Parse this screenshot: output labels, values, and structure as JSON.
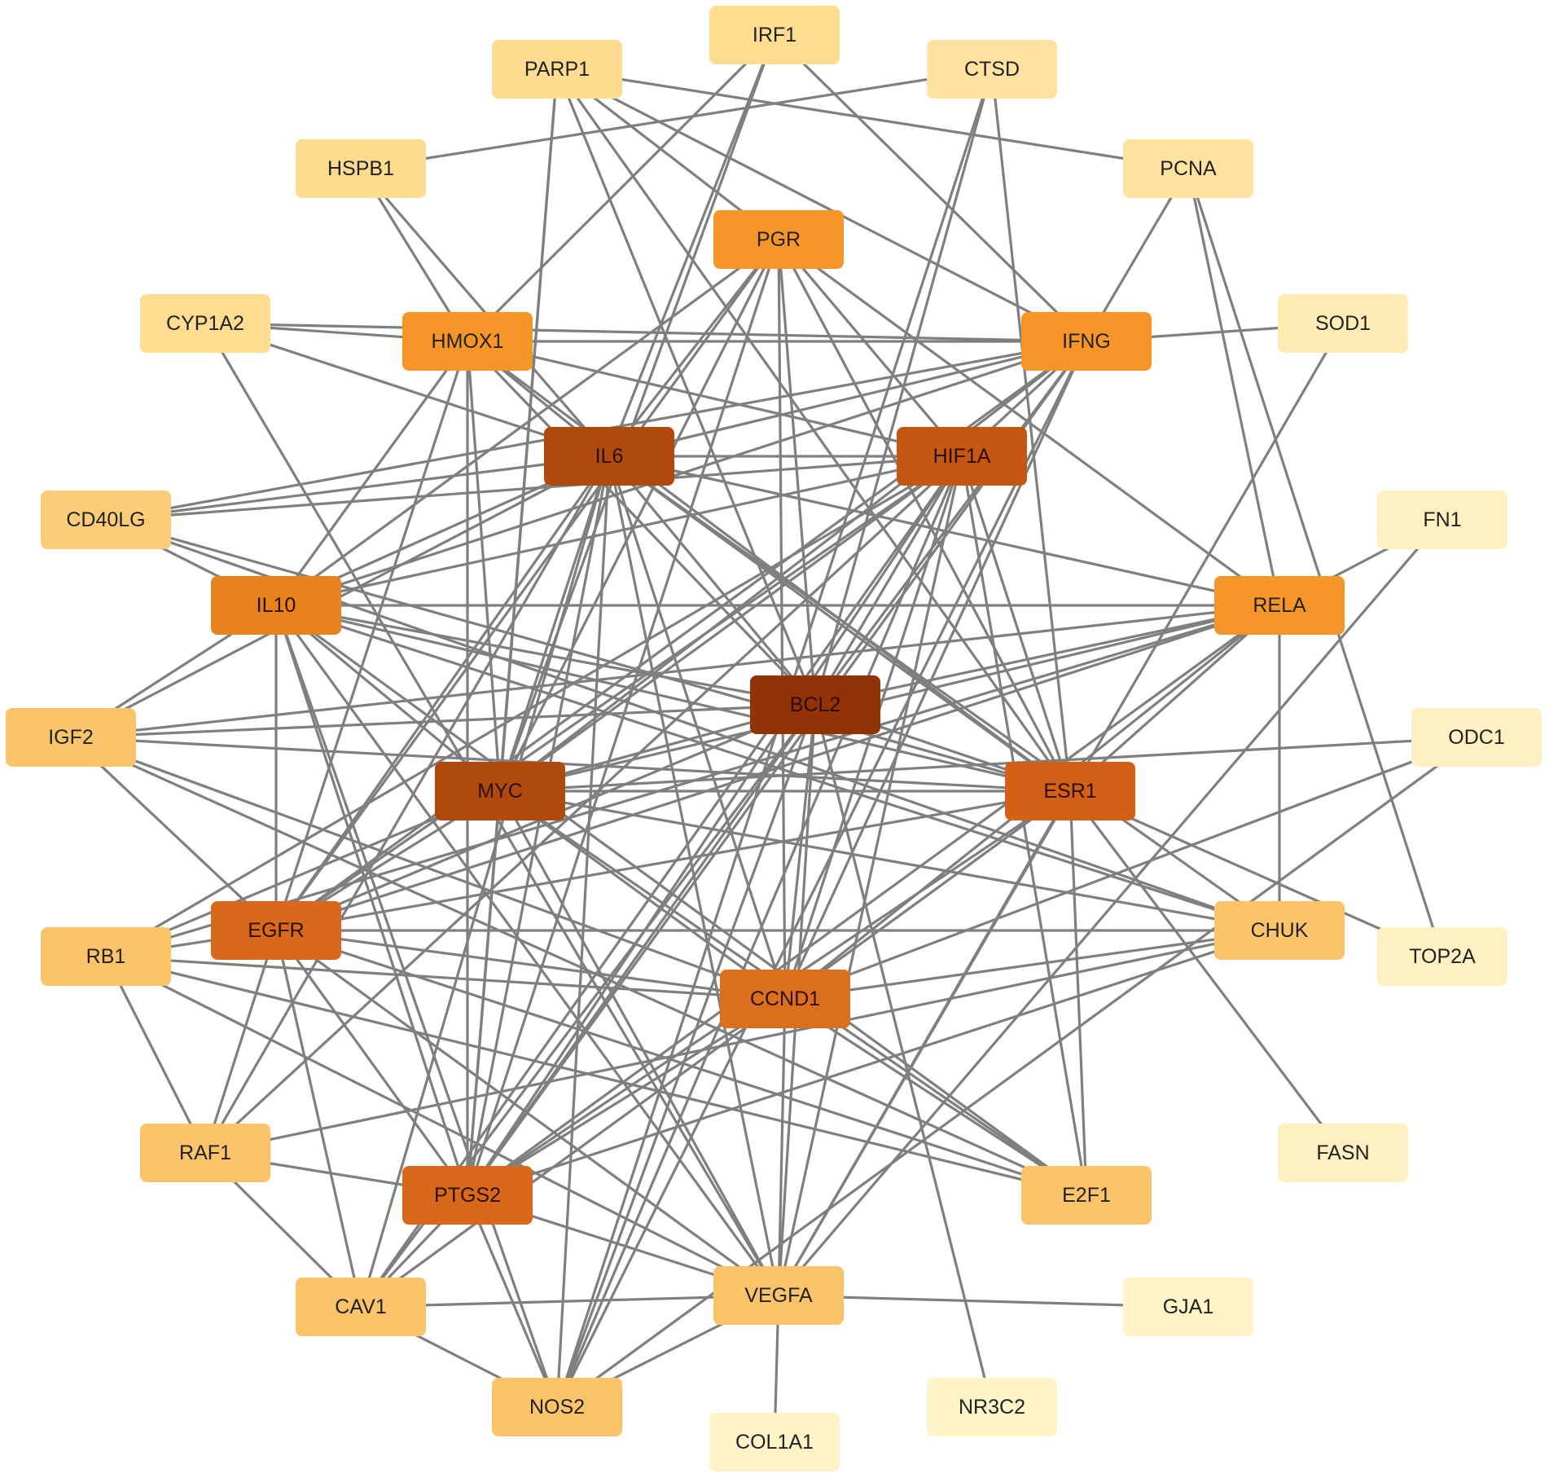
{
  "nodes": [
    {
      "id": "IRF1",
      "fill": "#fedc90"
    },
    {
      "id": "PARP1",
      "fill": "#fddb8f"
    },
    {
      "id": "CTSD",
      "fill": "#fee3a0"
    },
    {
      "id": "HSPB1",
      "fill": "#fddb8f"
    },
    {
      "id": "PCNA",
      "fill": "#fee3a0"
    },
    {
      "id": "PGR",
      "fill": "#f79628"
    },
    {
      "id": "CYP1A2",
      "fill": "#fedc90"
    },
    {
      "id": "HMOX1",
      "fill": "#f79628"
    },
    {
      "id": "IFNG",
      "fill": "#f79628"
    },
    {
      "id": "SOD1",
      "fill": "#feecb4"
    },
    {
      "id": "IL6",
      "fill": "#b04a0c"
    },
    {
      "id": "HIF1A",
      "fill": "#c45712"
    },
    {
      "id": "CD40LG",
      "fill": "#fbcd79"
    },
    {
      "id": "FN1",
      "fill": "#fef0c0"
    },
    {
      "id": "IL10",
      "fill": "#e8821d"
    },
    {
      "id": "RELA",
      "fill": "#f79628"
    },
    {
      "id": "BCL2",
      "fill": "#923207"
    },
    {
      "id": "IGF2",
      "fill": "#fbc36a"
    },
    {
      "id": "ODC1",
      "fill": "#fef0c0"
    },
    {
      "id": "MYC",
      "fill": "#b04a0c"
    },
    {
      "id": "ESR1",
      "fill": "#d26117"
    },
    {
      "id": "EGFR",
      "fill": "#d9691a"
    },
    {
      "id": "CHUK",
      "fill": "#fbc36a"
    },
    {
      "id": "RB1",
      "fill": "#fbc36a"
    },
    {
      "id": "TOP2A",
      "fill": "#fef0c0"
    },
    {
      "id": "CCND1",
      "fill": "#dc6f1d"
    },
    {
      "id": "RAF1",
      "fill": "#fbc36a"
    },
    {
      "id": "FASN",
      "fill": "#fef0c0"
    },
    {
      "id": "PTGS2",
      "fill": "#d9691a"
    },
    {
      "id": "E2F1",
      "fill": "#fbc36a"
    },
    {
      "id": "CAV1",
      "fill": "#fbc36a"
    },
    {
      "id": "VEGFA",
      "fill": "#fbc36a"
    },
    {
      "id": "GJA1",
      "fill": "#fef4c8"
    },
    {
      "id": "NOS2",
      "fill": "#fbc36a"
    },
    {
      "id": "NR3C2",
      "fill": "#fef4c8"
    },
    {
      "id": "COL1A1",
      "fill": "#fef4c8"
    }
  ],
  "edges": [
    [
      "HMOX1",
      "IFNG"
    ],
    [
      "HMOX1",
      "HSPB1"
    ],
    [
      "HMOX1",
      "CYP1A2"
    ],
    [
      "HMOX1",
      "IRF1"
    ],
    [
      "HMOX1",
      "IL6"
    ],
    [
      "HMOX1",
      "BCL2"
    ],
    [
      "HMOX1",
      "MYC"
    ],
    [
      "HMOX1",
      "IL10"
    ],
    [
      "HMOX1",
      "EGFR"
    ],
    [
      "HMOX1",
      "PTGS2"
    ],
    [
      "HMOX1",
      "ESR1"
    ],
    [
      "IL6",
      "PGR"
    ],
    [
      "IL6",
      "HIF1A"
    ],
    [
      "IL6",
      "MYC"
    ],
    [
      "IL6",
      "BCL2"
    ],
    [
      "IL6",
      "EGFR"
    ],
    [
      "IL6",
      "PTGS2"
    ],
    [
      "IL6",
      "IL10"
    ],
    [
      "IL6",
      "CCND1"
    ],
    [
      "IL6",
      "VEGFA"
    ],
    [
      "IL6",
      "NOS2"
    ],
    [
      "IL6",
      "IFNG"
    ],
    [
      "IL6",
      "CD40LG"
    ],
    [
      "IL6",
      "IGF2"
    ],
    [
      "IL6",
      "ESR1"
    ],
    [
      "IL6",
      "CHUK"
    ],
    [
      "IL6",
      "RAF1"
    ],
    [
      "IL6",
      "CAV1"
    ],
    [
      "IL6",
      "RELA"
    ],
    [
      "IL6",
      "HSPB1"
    ],
    [
      "IL6",
      "IRF1"
    ],
    [
      "IL6",
      "CYP1A2"
    ],
    [
      "HIF1A",
      "PGR"
    ],
    [
      "HIF1A",
      "MYC"
    ],
    [
      "HIF1A",
      "BCL2"
    ],
    [
      "HIF1A",
      "EGFR"
    ],
    [
      "HIF1A",
      "PTGS2"
    ],
    [
      "HIF1A",
      "CCND1"
    ],
    [
      "HIF1A",
      "VEGFA"
    ],
    [
      "HIF1A",
      "NOS2"
    ],
    [
      "HIF1A",
      "ESR1"
    ],
    [
      "HIF1A",
      "IL10"
    ],
    [
      "HIF1A",
      "CD40LG"
    ],
    [
      "HIF1A",
      "E2F1"
    ],
    [
      "HIF1A",
      "RB1"
    ],
    [
      "HIF1A",
      "CAV1"
    ],
    [
      "HIF1A",
      "HMOX1"
    ],
    [
      "BCL2",
      "MYC"
    ],
    [
      "BCL2",
      "ESR1"
    ],
    [
      "BCL2",
      "CCND1"
    ],
    [
      "BCL2",
      "EGFR"
    ],
    [
      "BCL2",
      "PTGS2"
    ],
    [
      "BCL2",
      "IL10"
    ],
    [
      "BCL2",
      "VEGFA"
    ],
    [
      "BCL2",
      "RELA"
    ],
    [
      "BCL2",
      "PGR"
    ],
    [
      "BCL2",
      "IFNG"
    ],
    [
      "BCL2",
      "PARP1"
    ],
    [
      "BCL2",
      "CTSD"
    ],
    [
      "BCL2",
      "NOS2"
    ],
    [
      "BCL2",
      "CAV1"
    ],
    [
      "BCL2",
      "IGF2"
    ],
    [
      "BCL2",
      "NR3C2"
    ],
    [
      "MYC",
      "ESR1"
    ],
    [
      "MYC",
      "CCND1"
    ],
    [
      "MYC",
      "EGFR"
    ],
    [
      "MYC",
      "PTGS2"
    ],
    [
      "MYC",
      "IL10"
    ],
    [
      "MYC",
      "VEGFA"
    ],
    [
      "MYC",
      "E2F1"
    ],
    [
      "MYC",
      "RB1"
    ],
    [
      "MYC",
      "IFNG"
    ],
    [
      "MYC",
      "PGR"
    ],
    [
      "MYC",
      "RELA"
    ],
    [
      "MYC",
      "ODC1"
    ],
    [
      "MYC",
      "PARP1"
    ],
    [
      "MYC",
      "CHUK"
    ],
    [
      "MYC",
      "IRF1"
    ],
    [
      "ESR1",
      "CCND1"
    ],
    [
      "ESR1",
      "EGFR"
    ],
    [
      "ESR1",
      "PTGS2"
    ],
    [
      "ESR1",
      "IL10"
    ],
    [
      "ESR1",
      "VEGFA"
    ],
    [
      "ESR1",
      "E2F1"
    ],
    [
      "ESR1",
      "PGR"
    ],
    [
      "ESR1",
      "RELA"
    ],
    [
      "ESR1",
      "TOP2A"
    ],
    [
      "ESR1",
      "FASN"
    ],
    [
      "ESR1",
      "IGF2"
    ],
    [
      "ESR1",
      "CD40LG"
    ],
    [
      "ESR1",
      "PARP1"
    ],
    [
      "ESR1",
      "CTSD"
    ],
    [
      "CCND1",
      "EGFR"
    ],
    [
      "CCND1",
      "PTGS2"
    ],
    [
      "CCND1",
      "E2F1"
    ],
    [
      "CCND1",
      "RB1"
    ],
    [
      "CCND1",
      "VEGFA"
    ],
    [
      "CCND1",
      "CHUK"
    ],
    [
      "CCND1",
      "PGR"
    ],
    [
      "CCND1",
      "IFNG"
    ],
    [
      "CCND1",
      "ODC1"
    ],
    [
      "CCND1",
      "RELA"
    ],
    [
      "CCND1",
      "IGF2"
    ],
    [
      "CCND1",
      "CAV1"
    ],
    [
      "EGFR",
      "PTGS2"
    ],
    [
      "EGFR",
      "IL10"
    ],
    [
      "EGFR",
      "VEGFA"
    ],
    [
      "EGFR",
      "RB1"
    ],
    [
      "EGFR",
      "RAF1"
    ],
    [
      "EGFR",
      "CAV1"
    ],
    [
      "EGFR",
      "PGR"
    ],
    [
      "EGFR",
      "IFNG"
    ],
    [
      "EGFR",
      "RELA"
    ],
    [
      "EGFR",
      "CHUK"
    ],
    [
      "EGFR",
      "E2F1"
    ],
    [
      "EGFR",
      "IGF2"
    ],
    [
      "PTGS2",
      "IL10"
    ],
    [
      "PTGS2",
      "VEGFA"
    ],
    [
      "PTGS2",
      "NOS2"
    ],
    [
      "PTGS2",
      "CAV1"
    ],
    [
      "PTGS2",
      "PGR"
    ],
    [
      "PTGS2",
      "IFNG"
    ],
    [
      "PTGS2",
      "RELA"
    ],
    [
      "PTGS2",
      "RAF1"
    ],
    [
      "PTGS2",
      "CHUK"
    ],
    [
      "PTGS2",
      "PARP1"
    ],
    [
      "IL10",
      "IFNG"
    ],
    [
      "IL10",
      "CD40LG"
    ],
    [
      "IL10",
      "IGF2"
    ],
    [
      "IL10",
      "VEGFA"
    ],
    [
      "IL10",
      "NOS2"
    ],
    [
      "IL10",
      "RELA"
    ],
    [
      "IL10",
      "CHUK"
    ],
    [
      "IL10",
      "PGR"
    ],
    [
      "IL10",
      "E2F1"
    ],
    [
      "IFNG",
      "IRF1"
    ],
    [
      "IFNG",
      "SOD1"
    ],
    [
      "IFNG",
      "PCNA"
    ],
    [
      "IFNG",
      "CD40LG"
    ],
    [
      "IFNG",
      "RAF1"
    ],
    [
      "IFNG",
      "CYP1A2"
    ],
    [
      "IFNG",
      "NOS2"
    ],
    [
      "IFNG",
      "PARP1"
    ],
    [
      "RELA",
      "FN1"
    ],
    [
      "RELA",
      "CHUK"
    ],
    [
      "RELA",
      "IGF2"
    ],
    [
      "RELA",
      "PCNA"
    ],
    [
      "RELA",
      "PGR"
    ],
    [
      "RELA",
      "RB1"
    ],
    [
      "VEGFA",
      "CAV1"
    ],
    [
      "VEGFA",
      "GJA1"
    ],
    [
      "VEGFA",
      "COL1A1"
    ],
    [
      "VEGFA",
      "NOS2"
    ],
    [
      "VEGFA",
      "FN1"
    ],
    [
      "VEGFA",
      "SOD1"
    ],
    [
      "VEGFA",
      "RB1"
    ],
    [
      "VEGFA",
      "CYP1A2"
    ],
    [
      "PARP1",
      "PCNA"
    ],
    [
      "PARP1",
      "PGR"
    ],
    [
      "HSPB1",
      "CTSD"
    ],
    [
      "PCNA",
      "TOP2A"
    ],
    [
      "RB1",
      "RAF1"
    ],
    [
      "RB1",
      "E2F1"
    ],
    [
      "CAV1",
      "NOS2"
    ],
    [
      "CAV1",
      "RAF1"
    ],
    [
      "CD40LG",
      "CHUK"
    ],
    [
      "ODC1",
      "NOS2"
    ],
    [
      "IGF2",
      "E2F1"
    ],
    [
      "CTSD",
      "NOS2"
    ],
    [
      "RAF1",
      "CHUK"
    ]
  ]
}
